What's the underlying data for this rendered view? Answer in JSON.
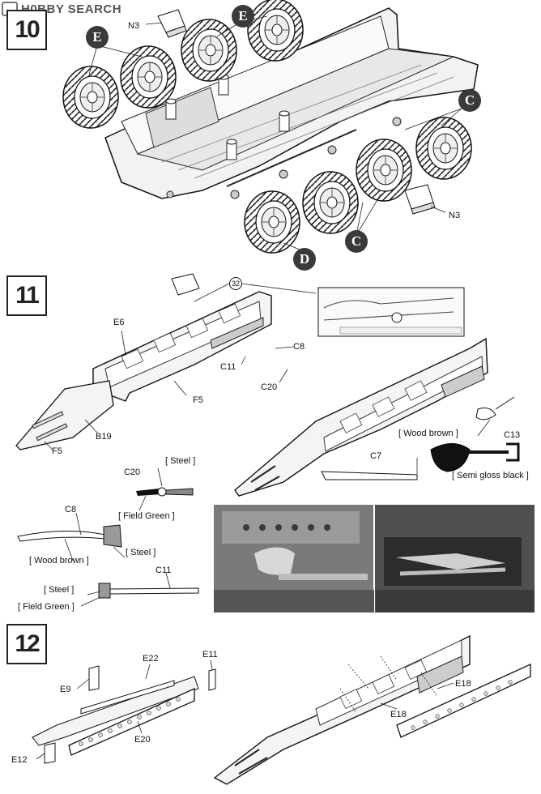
{
  "watermark": {
    "text": "H0BBY SEARCH"
  },
  "steps": [
    {
      "number": "10"
    },
    {
      "number": "11"
    },
    {
      "number": "12"
    }
  ],
  "step10": {
    "circle_labels": {
      "e_top": "E",
      "e_left": "E",
      "c_right": "C",
      "c_bottom": "C",
      "d_bottom": "D"
    },
    "part_labels": {
      "n3_top": "N3",
      "n3_bottom": "N3"
    }
  },
  "step11": {
    "callout_number": "32",
    "part_labels": {
      "e6": "E6",
      "c8": "C8",
      "c11": "C11",
      "c20": "C20",
      "f5_right": "F5",
      "b19": "B19",
      "f5_left": "F5",
      "c7": "C7",
      "c13": "C13",
      "c20_detail": "C20",
      "c8_detail": "C8",
      "c11_detail": "C11"
    },
    "paint_labels": {
      "wood_brown_top": "[ Wood brown ]",
      "semi_gloss": "[ Semi gloss black ]",
      "steel_c20": "[ Steel ]",
      "field_green_c20": "[ Field Green ]",
      "steel_c8": "[ Steel ]",
      "wood_brown_c8": "[ Wood brown ]",
      "steel_c11": "[ Steel ]",
      "field_green_c11": "[ Field Green ]"
    }
  },
  "step12": {
    "part_labels": {
      "e22": "E22",
      "e11": "E11",
      "e9": "E9",
      "e20": "E20",
      "e12": "E12",
      "e18_a": "E18",
      "e18_b": "E18"
    }
  }
}
